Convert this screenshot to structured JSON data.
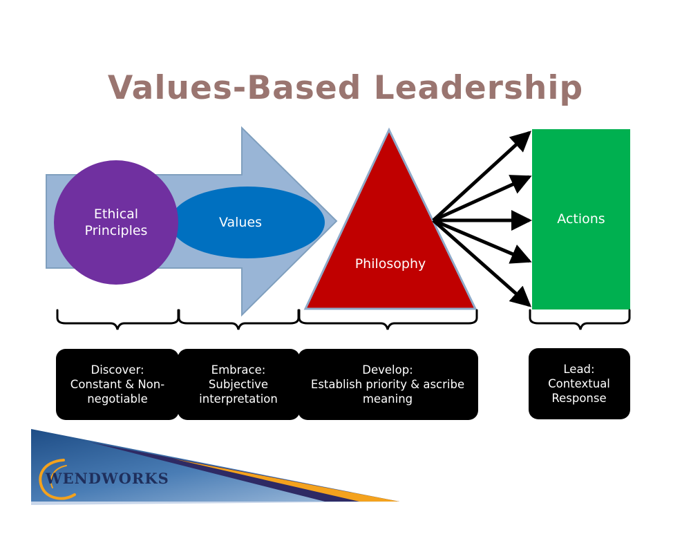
{
  "title": "Values-Based Leadership",
  "nodes": {
    "ethical_principles": [
      "Ethical",
      "Principles"
    ],
    "values": "Values",
    "philosophy": "Philosophy",
    "actions": "Actions"
  },
  "boxes": {
    "discover": [
      "Discover:",
      "Constant & Non-",
      "negotiable"
    ],
    "embrace": [
      "Embrace:",
      "Subjective",
      "interpretation"
    ],
    "develop": [
      "Develop:",
      "Establish priority & ascribe",
      "meaning"
    ],
    "lead": [
      "Lead:",
      "Contextual",
      "Response"
    ]
  },
  "logo": {
    "text": "WENDWORKS"
  },
  "colors": {
    "title": "#9a7570",
    "arrow_fill": "#99b5d6",
    "circle": "#7030a0",
    "ellipse": "#0070c0",
    "triangle": "#c00000",
    "actions": "#00b050",
    "box": "#000000"
  }
}
